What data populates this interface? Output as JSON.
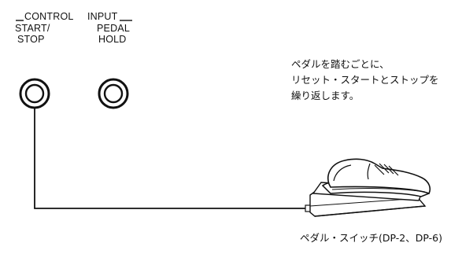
{
  "panel": {
    "control_label": "CONTROL",
    "input_label": "INPUT",
    "jack_left_label_line1": "START/",
    "jack_left_label_line2": "STOP",
    "jack_right_label_line1": "PEDAL",
    "jack_right_label_line2": "HOLD"
  },
  "note": {
    "lines": [
      "ペダルを踏むごとに、",
      "リセット・スタートとストップを",
      "繰り返します。"
    ]
  },
  "caption": "ペダル・スイッチ(DP-2、DP-6)",
  "icons": {
    "jacks": "jack-socket-icon",
    "pedal": "foot-pedal-switch-icon"
  },
  "colors": {
    "ink": "#111111",
    "background": "#ffffff"
  }
}
